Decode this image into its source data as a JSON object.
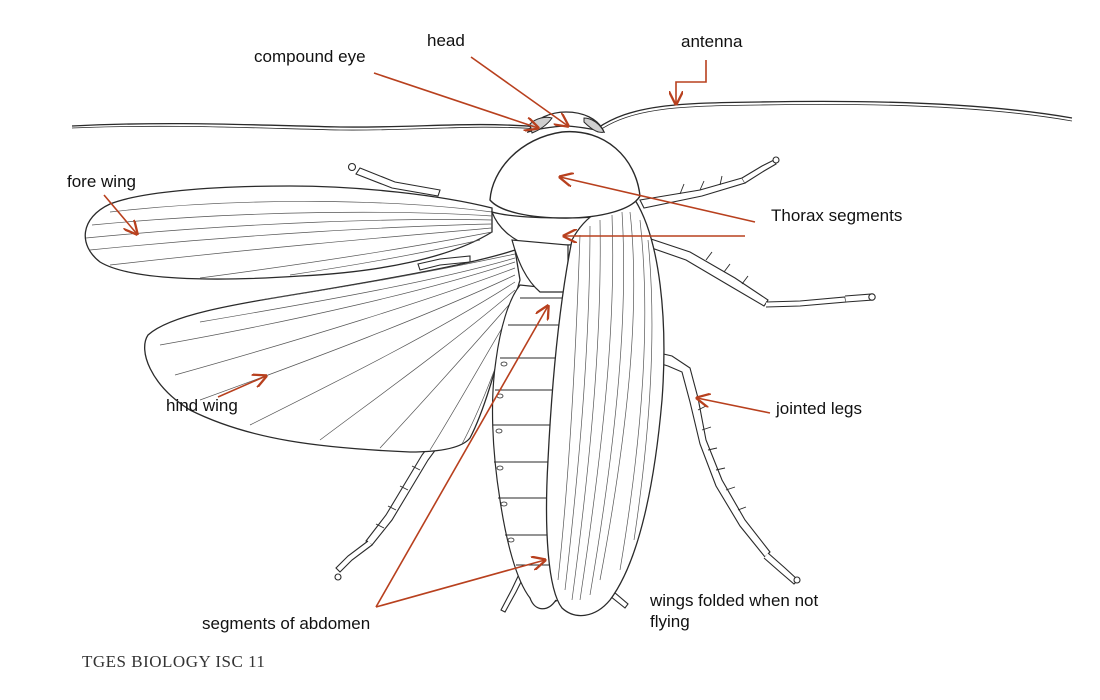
{
  "labels": {
    "compound_eye": "compound eye",
    "head": "head",
    "antenna": "antenna",
    "fore_wing": "fore wing",
    "thorax_segments": "Thorax segments",
    "hind_wing": "hind wing",
    "jointed_legs": "jointed legs",
    "segments_of_abdomen": "segments of abdomen",
    "wings_folded_line1": "wings folded when not",
    "wings_folded_line2": "flying"
  },
  "footer": "TGES BIOLOGY ISC 11",
  "colors": {
    "pointer": "#b8401e",
    "outline": "#2a2a2a",
    "background": "#ffffff"
  }
}
